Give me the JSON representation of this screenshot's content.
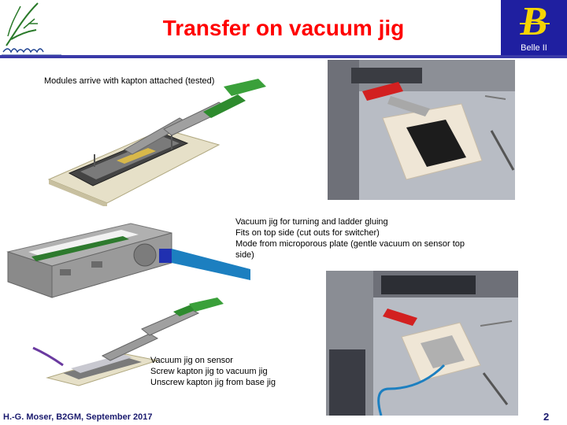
{
  "slide": {
    "title": "Transfer on vacuum jig",
    "logo_right_text": "Belle II",
    "caption1": "Modules arrive with kapton attached (tested)",
    "caption2_lines": [
      "Vacuum jig for turning and ladder gluing",
      "Fits on top side (cut outs for switcher)",
      "Mode from microporous plate (gentle vacuum on sensor top",
      "side)"
    ],
    "caption3_lines": [
      "Vacuum jig on sensor",
      "Screw kapton jig to vacuum jig",
      "Unscrew kapton jig from base jig"
    ],
    "footer": "H.-G. Moser, B2GM, September 2017",
    "page_number": "2"
  },
  "colors": {
    "title": "#ff0000",
    "rule": "#3a3aa8",
    "logo_blue": "#1f1fa0",
    "logo_yellow": "#f5d400",
    "footer": "#1a1a6e",
    "fixture_green": "#2e8b2e",
    "jig_gray": "#9a9a9a",
    "plate_cream": "#efe6d6",
    "table_gray": "#b8bcc4",
    "hose_blue": "#1c7fc0"
  }
}
